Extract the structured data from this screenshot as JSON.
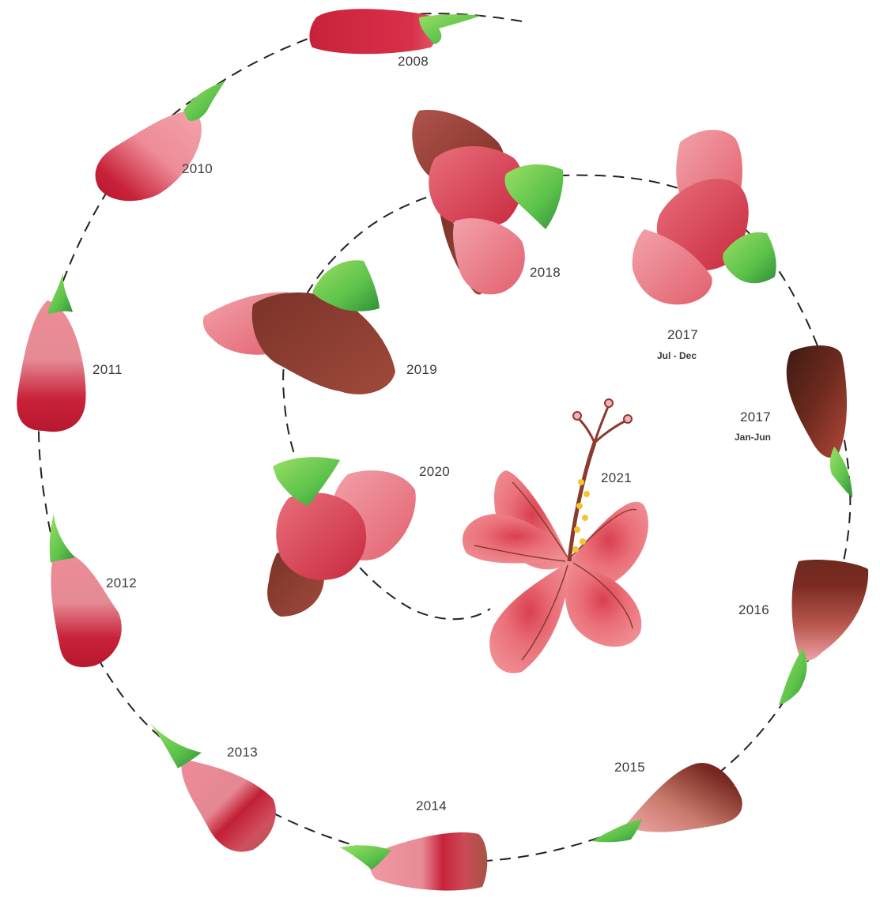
{
  "stages": [
    {
      "id": "2008",
      "year": "2008",
      "sub": ""
    },
    {
      "id": "2010",
      "year": "2010",
      "sub": ""
    },
    {
      "id": "2011",
      "year": "2011",
      "sub": ""
    },
    {
      "id": "2012",
      "year": "2012",
      "sub": ""
    },
    {
      "id": "2013",
      "year": "2013",
      "sub": ""
    },
    {
      "id": "2014",
      "year": "2014",
      "sub": ""
    },
    {
      "id": "2015",
      "year": "2015",
      "sub": ""
    },
    {
      "id": "2016",
      "year": "2016",
      "sub": ""
    },
    {
      "id": "2017a",
      "year": "2017",
      "sub": "Jan-Jun"
    },
    {
      "id": "2017b",
      "year": "2017",
      "sub": "Jul - Dec"
    },
    {
      "id": "2018",
      "year": "2018",
      "sub": ""
    },
    {
      "id": "2019",
      "year": "2019",
      "sub": ""
    },
    {
      "id": "2020",
      "year": "2020",
      "sub": ""
    },
    {
      "id": "2021",
      "year": "2021",
      "sub": ""
    }
  ],
  "colors": {
    "bud_red": "#c8223a",
    "bud_pink": "#ee8c98",
    "bud_brown": "#6e2a1e",
    "petal_dark": "#8b3a2e",
    "sepal_green": "#5cc24a",
    "sepal_dark": "#2f8f3a",
    "stamen_yellow": "#f3c531",
    "spiral_line": "#222222"
  }
}
